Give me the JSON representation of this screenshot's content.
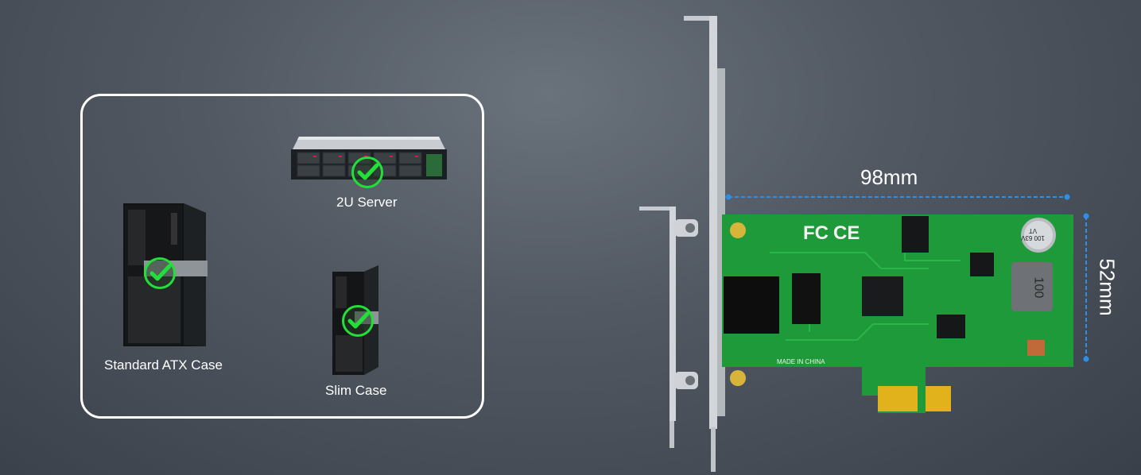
{
  "compatibility": {
    "server_label": "2U Server",
    "atx_label": "Standard ATX Case",
    "slim_label": "Slim Case"
  },
  "dimensions": {
    "width_label": "98mm",
    "height_label": "52mm"
  },
  "board_markings": {
    "cert_fc": "FC",
    "cert_ce": "CE",
    "origin": "MADE IN CHINA",
    "inductor": "100",
    "capacitor": "100 63V VT"
  },
  "colors": {
    "check_green": "#22e03a",
    "pcb_green": "#1f9a3a",
    "gold_finger": "#e2b21c",
    "dimension_line": "#2f8fe8"
  }
}
